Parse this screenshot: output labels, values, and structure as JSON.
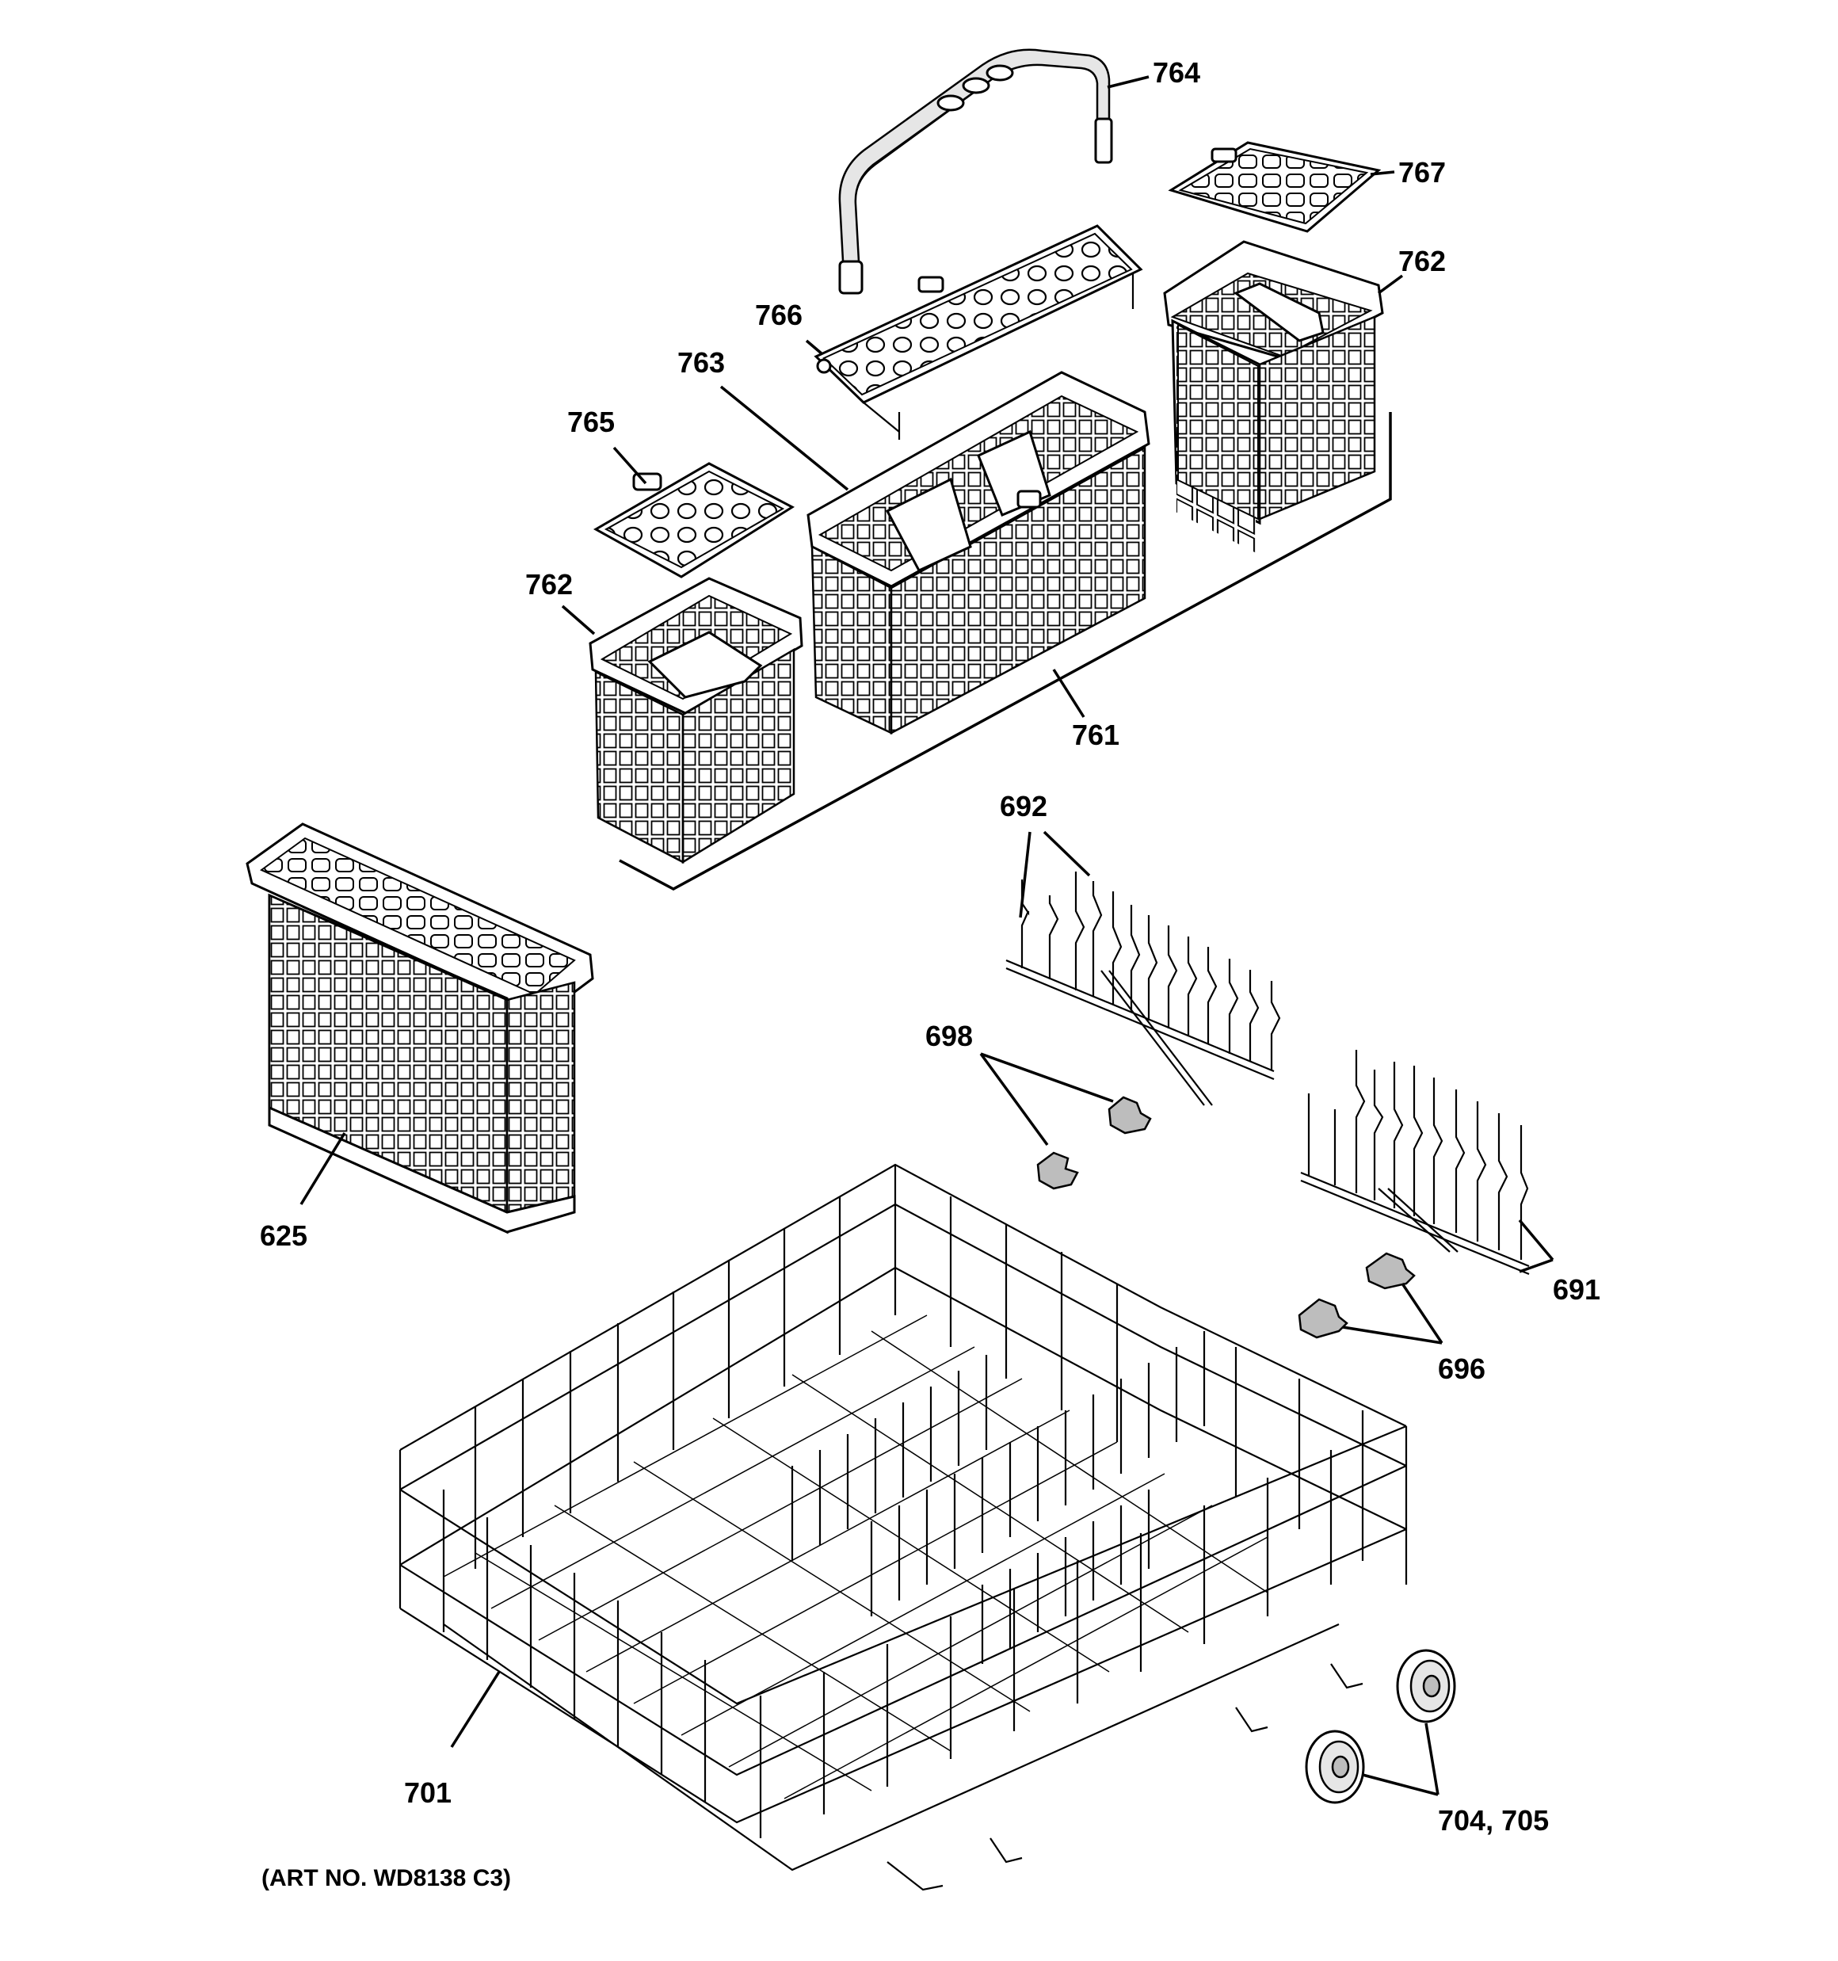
{
  "diagram": {
    "art_number": "(ART NO. WD8138 C3)",
    "callouts": {
      "764": "764",
      "767": "767",
      "762_right": "762",
      "766": "766",
      "763": "763",
      "765": "765",
      "762_left": "762",
      "761": "761",
      "692": "692",
      "698": "698",
      "625": "625",
      "691": "691",
      "696": "696",
      "701": "701",
      "704_705": "704, 705"
    }
  }
}
